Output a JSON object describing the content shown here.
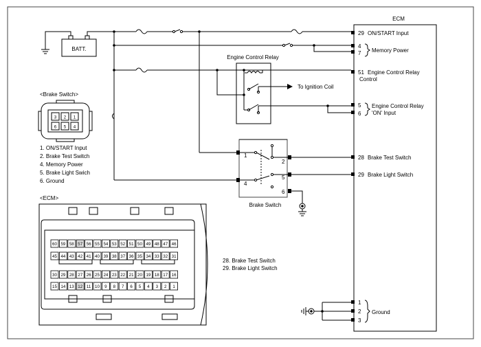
{
  "batt_label": "BATT.",
  "ecm": {
    "title": "ECM",
    "pins": [
      {
        "num": "29",
        "label": "ON/START Input"
      },
      {
        "num": "4",
        "label": ""
      },
      {
        "num": "7",
        "label": ""
      },
      {
        "num": "51",
        "label": "Engine Control Relay"
      },
      {
        "num": "5",
        "label": ""
      },
      {
        "num": "6",
        "label": ""
      },
      {
        "num": "28",
        "label": "Brake Test Switch"
      },
      {
        "num": "29",
        "label": "Brake Light Switch"
      },
      {
        "num": "1",
        "label": ""
      },
      {
        "num": "2",
        "label": ""
      },
      {
        "num": "3",
        "label": ""
      }
    ],
    "pin51_cont": "Control",
    "memory_power": "Memory Power",
    "ecr_on_line1": "Engine Control Relay",
    "ecr_on_line2": "'ON' Input",
    "ground": "Ground"
  },
  "relay": {
    "title": "Engine Control Relay",
    "to_ignition": "To Ignition Coil"
  },
  "brake_switch": {
    "title": "Brake Switch",
    "pins": [
      "1",
      "2",
      "4",
      "5",
      "6"
    ]
  },
  "brake_connector": {
    "title": "<Brake Switch>",
    "cells": [
      "3",
      "2",
      "1",
      "6",
      "5",
      "4"
    ],
    "legend": [
      "1. ON/START Input",
      "2. Brake Test Switch",
      "4. Memory Power",
      "5. Brake Light Swich",
      "6. Ground"
    ]
  },
  "ecm_connector": {
    "title": "<ECM>",
    "rows": [
      [
        "60",
        "59",
        "58",
        "57",
        "56",
        "55",
        "54",
        "53",
        "52",
        "51",
        "50",
        "49",
        "48",
        "47",
        "46"
      ],
      [
        "45",
        "44",
        "43",
        "42",
        "41",
        "40",
        "39",
        "38",
        "37",
        "36",
        "35",
        "34",
        "33",
        "32",
        "31"
      ],
      [
        "30",
        "29",
        "28",
        "27",
        "26",
        "25",
        "24",
        "23",
        "22",
        "21",
        "20",
        "19",
        "18",
        "17",
        "16"
      ],
      [
        "15",
        "14",
        "13",
        "12",
        "11",
        "10",
        "9",
        "8",
        "7",
        "6",
        "5",
        "4",
        "3",
        "2",
        "1"
      ]
    ],
    "highlight": [
      "57",
      "12"
    ],
    "legend": [
      "28. Brake Test Switch",
      "29. Brake Light Switch"
    ]
  }
}
